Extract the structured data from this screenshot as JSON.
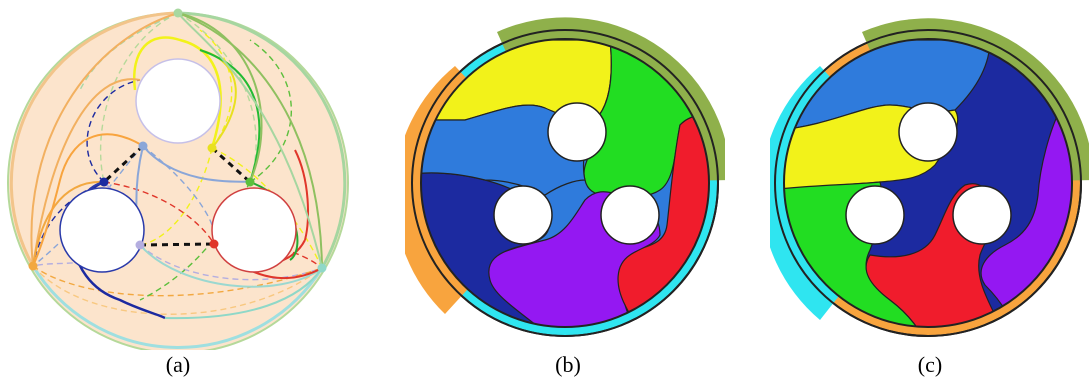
{
  "captions": {
    "a": "(a)",
    "b": "(b)",
    "c": "(c)"
  },
  "colors": {
    "disk_fill": "#fce4cc",
    "outline": "#222222",
    "light_green": "#b5d99a",
    "yellow": "#f2f21a",
    "lime": "#22dd22",
    "olive": "#8fb04b",
    "red": "#f01c2c",
    "cyan": "#2fe5f0",
    "orange": "#f8a43e",
    "blue": "#2f7bdc",
    "navy": "#1c2aa0",
    "purple": "#9418f2",
    "lavender": "#b4aee0",
    "steel": "#8aa6d8",
    "dot_green": "#5cbf3c",
    "dot_red": "#e0362a",
    "dot_teal": "#8fd8c8",
    "dot_orange": "#f2a840"
  }
}
